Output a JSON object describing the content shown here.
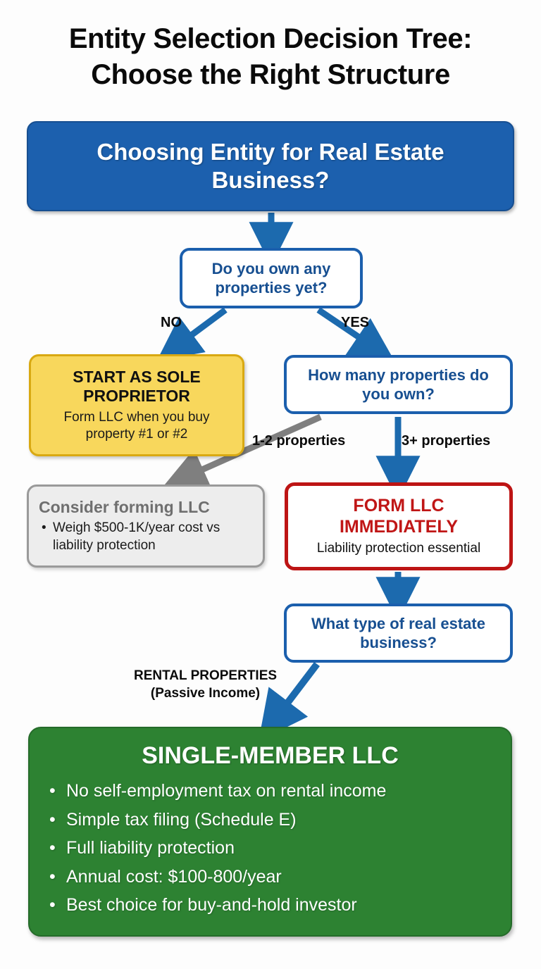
{
  "title": {
    "line1": "Entity Selection Decision Tree:",
    "line2": "Choose the Right Structure"
  },
  "colors": {
    "blue": "#1c60ae",
    "blue_dark": "#174f91",
    "yellow": "#f8d75c",
    "yellow_border": "#d9a912",
    "gray_fill": "#ededed",
    "gray_border": "#9a9a9a",
    "gray_text": "#6f6f6f",
    "red": "#bd1414",
    "green": "#2d8232",
    "white": "#ffffff",
    "black": "#0b0b0b"
  },
  "nodes": {
    "root": {
      "text": "Choosing Entity for Real Estate Business?"
    },
    "q_own": {
      "text": "Do you own any properties yet?"
    },
    "sole_prop": {
      "headline": "START AS SOLE PROPRIETOR",
      "sub": "Form LLC when you buy property #1 or #2"
    },
    "q_howmany": {
      "text": "How many properties do you own?"
    },
    "consider_llc": {
      "headline": "Consider forming LLC",
      "bullets": [
        "Weigh $500-1K/year cost vs liability protection"
      ]
    },
    "form_llc": {
      "headline": "FORM LLC IMMEDIATELY",
      "sub": "Liability protection essential"
    },
    "q_type": {
      "text": "What type of real estate business?"
    },
    "smllc": {
      "headline": "SINGLE-MEMBER LLC",
      "bullets": [
        "No self-employment tax on rental income",
        "Simple tax filing (Schedule E)",
        "Full liability protection",
        "Annual cost: $100-800/year",
        "Best choice for buy-and-hold investor"
      ]
    }
  },
  "edge_labels": {
    "no": "NO",
    "yes": "YES",
    "one_two": "1-2 properties",
    "three_plus": "3+ properties",
    "rental_line1": "RENTAL PROPERTIES",
    "rental_line2": "(Passive Income)"
  }
}
